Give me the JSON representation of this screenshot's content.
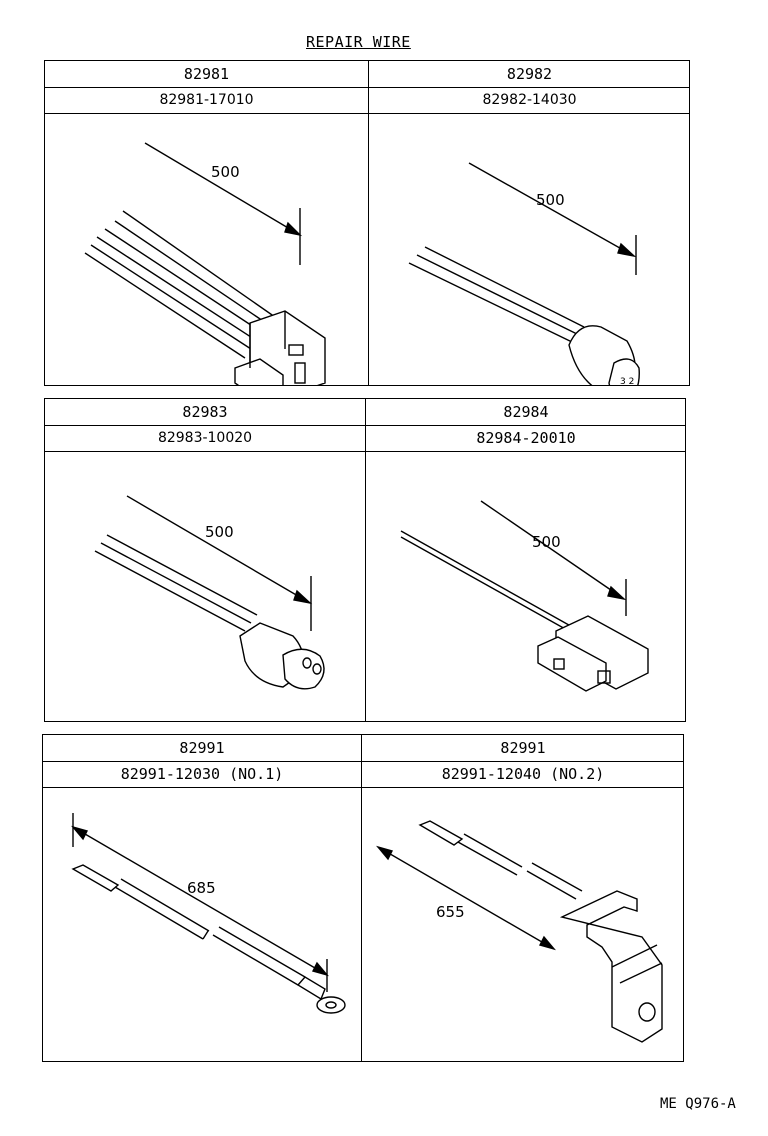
{
  "title": "REPAIR WIRE",
  "footer": "ME  Q976-A",
  "rows": [
    {
      "cells": [
        {
          "code": "82981",
          "part": "82981-17010",
          "dimension": "500"
        },
        {
          "code": "82982",
          "part": "82982-14030",
          "dimension": "500"
        }
      ]
    },
    {
      "cells": [
        {
          "code": "82983",
          "part": "82983-10020",
          "dimension": "500"
        },
        {
          "code": "82984",
          "part": "82984-20010",
          "dimension": "500"
        }
      ]
    },
    {
      "cells": [
        {
          "code": "82991",
          "part": "82991-12030 (NO.1)",
          "dimension": "685"
        },
        {
          "code": "82991",
          "part": "82991-12040 (NO.2)",
          "dimension": "655"
        }
      ]
    }
  ]
}
